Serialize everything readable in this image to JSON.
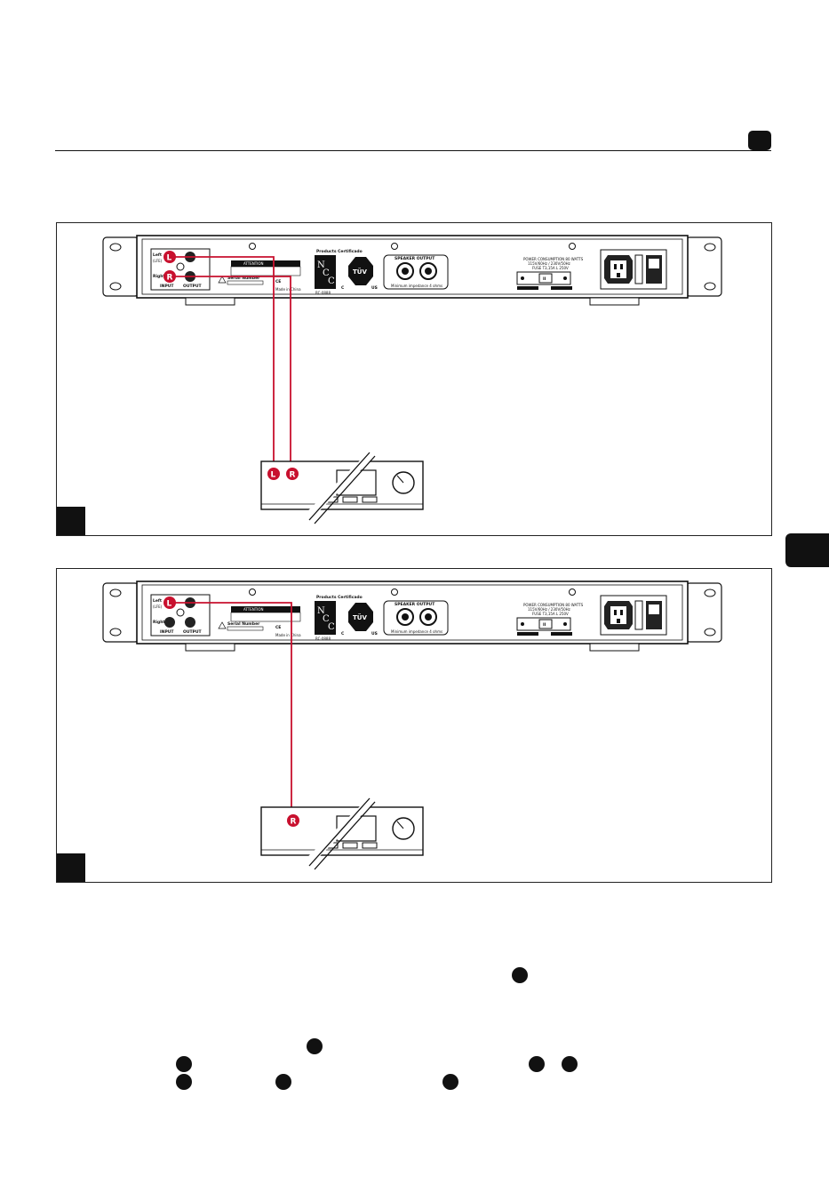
{
  "panel": {
    "left_label": "Left",
    "lfe_label": "(LFE)",
    "right_label": "Right",
    "input_label": "INPUT",
    "output_label": "OUTPUT",
    "attention_label": "ATTENTION",
    "serial_label": "Serial Number",
    "ce_mark": "CE",
    "made_in": "Made in China",
    "cert_label": "Products Certificado",
    "cert_letters": [
      "N",
      "C",
      "C"
    ],
    "cert_bottom": "RC-0888",
    "tuv_label": "TÜV",
    "c_label": "C",
    "us_label": "US",
    "speaker_output_label": "SPEAKER OUTPUT",
    "impedance_label": "Minimum impedance 4 ohms",
    "power_label": "POWER CONSUMPTION 80 WATTS",
    "voltage_label": "115V/60Hz / 230V/50Hz",
    "fuse_label": "FUSE T3,15A L 250V",
    "switch_label": "II"
  },
  "badges": {
    "left": "L",
    "right": "R"
  }
}
